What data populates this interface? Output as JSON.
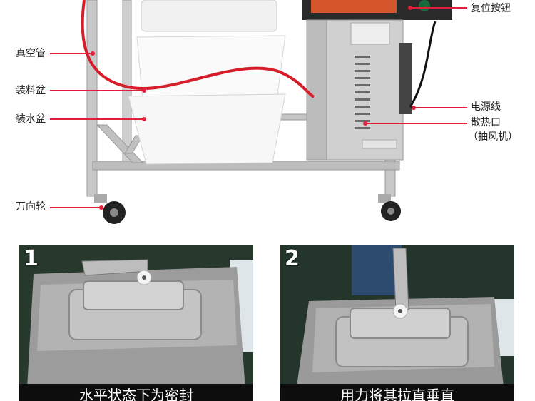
{
  "callouts": {
    "reset_button": "复位按钮",
    "vacuum_tube": "真空管",
    "loading_tray": "装料盆",
    "water_tray": "装水盆",
    "power_cord": "电源线",
    "vent": "散热口",
    "vent_sub": "（抽风机）",
    "caster": "万向轮"
  },
  "steps": [
    {
      "number": "1",
      "caption": "水平状态下为密封"
    },
    {
      "number": "2",
      "caption": "用力将其拉直垂直"
    }
  ],
  "colors": {
    "accent": "#e0203a",
    "caption_bg": "#0d0d0d",
    "steel": "#b8b8b8"
  }
}
